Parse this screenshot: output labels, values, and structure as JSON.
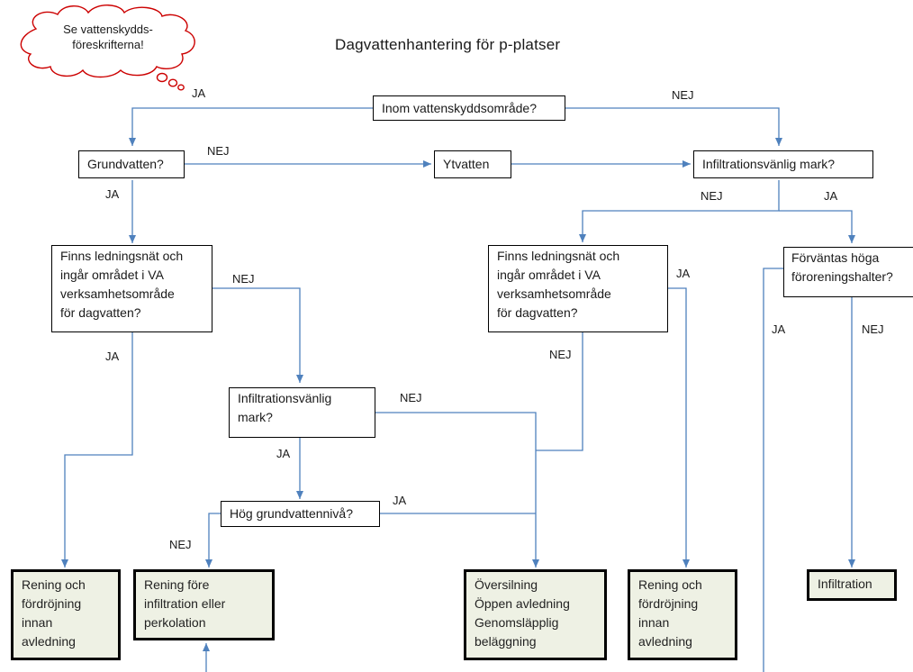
{
  "title": "Dagvattenhantering  för p-platser",
  "cloud": {
    "line1": "Se vattenskydds-",
    "line2": "föreskrifterna!"
  },
  "boxes": {
    "vattenskydd": "Inom vattenskyddsområde?",
    "grundvatten": "Grundvatten?",
    "ytvatten": "Ytvatten",
    "infiltration_top": "Infiltrationsvänlig mark?",
    "ledning_left": [
      "Finns ledningsnät och",
      "ingår området i VA",
      "verksamhetsområde",
      "för dagvatten?"
    ],
    "ledning_mid": [
      "Finns ledningsnät och",
      "ingår området i VA",
      "verksamhetsområde",
      "för dagvatten?"
    ],
    "hoga_halter": [
      "Förväntas höga",
      "föroreningshalter?"
    ],
    "infiltration_mid": [
      "Infiltrationsvänlig",
      "mark?"
    ],
    "hog_grundvatten": "Hög grundvattennivå?"
  },
  "outcomes": {
    "rening_left": [
      "Rening och",
      "fördröjning",
      "innan",
      "avledning"
    ],
    "rening_fore": [
      "Rening före",
      "infiltration eller",
      "perkolation"
    ],
    "oversilning": [
      "Översilning",
      "Öppen avledning",
      "Genomsläpplig",
      "beläggning"
    ],
    "rening_right": [
      "Rening och",
      "fördröjning",
      "innan",
      "avledning"
    ],
    "infiltration": "Infiltration"
  },
  "labels": {
    "ja": "JA",
    "nej": "NEJ"
  },
  "colors": {
    "connector": "#4f81bd",
    "outcome_fill": "#eef1e4",
    "cloud_stroke": "#cc0000"
  }
}
